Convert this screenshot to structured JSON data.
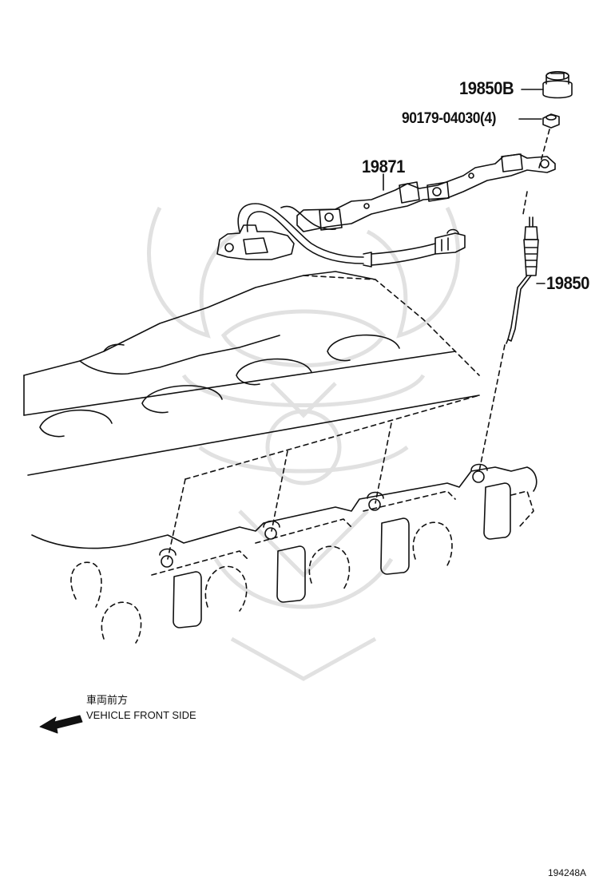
{
  "callouts": {
    "plug_terminal": "19850B",
    "nut": "90179-04030(4)",
    "wire_assy": "19871",
    "glow_plug": "19850"
  },
  "direction": {
    "jp": "車両前方",
    "en": "VEHICLE FRONT SIDE"
  },
  "figure_id": "194248A",
  "colors": {
    "ink": "#111111",
    "watermark": "#d6d6d6"
  }
}
